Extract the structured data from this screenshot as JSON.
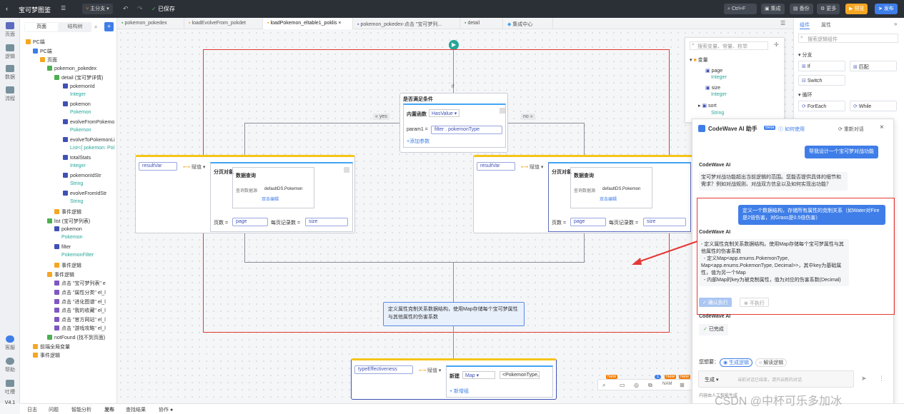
{
  "topbar": {
    "app_title": "宝可梦图鉴",
    "branch": "主分支",
    "saved": "已保存",
    "search_shortcut": "Ctrl+F",
    "btn_integrate": "集成",
    "btn_backup": "备份",
    "btn_more": "更多",
    "btn_preview": "预览",
    "btn_publish": "发布"
  },
  "rail": {
    "page": "页面",
    "logic": "逻辑",
    "data": "数据",
    "flow": "流程",
    "reset": "客服",
    "help": "帮助",
    "feedback": "吐槽",
    "version": "V4.1"
  },
  "tree": {
    "tab_page": "页面",
    "tab_struct": "结构树",
    "rows": [
      "PC端",
      "PC端",
      "页面",
      "pokemon_pokedex",
      "detail (宝可梦详情)",
      "pokemonId",
      "pokemon",
      "evolveFromPokemo",
      "evolveToPokemonLi",
      "totalStats",
      "pokemonIdStr",
      "evolveFromIdStr",
      "事件逻辑",
      "list (宝可梦列表)",
      "pokemon",
      "filter",
      "事件逻辑",
      "事件逻辑",
      "点击 \"宝可梦列表\" e",
      "点击 \"属性分类\" el_l",
      "点击 \"进化图谱\" el_l",
      "点击 \"我的收藏\" el_l",
      "点击 \"官方网站\" el_l",
      "点击 \"游戏攻略\" el_l",
      "notFound (找不到页面)",
      "前端全局变量",
      "事件逻辑"
    ],
    "subs": [
      "Integer",
      "Pokemon",
      "Pokemon",
      "List<{ pokemon: Pol",
      "Integer",
      "String",
      "String",
      "Pokemon",
      "PokemonFilter"
    ]
  },
  "tabs": [
    "pokemon_pokedex",
    "loadEvolveFrom_pokdet",
    "loadPokemon_eltable1_poklis",
    "pokemon_pokedex-点击 \"宝可梦列...",
    "detail",
    "集成中心"
  ],
  "canvas": {
    "if_label": "if",
    "cond_title": "是否满足条件",
    "builtin_fn": "内置函数",
    "has_value": "HasValue",
    "param1": "param1 =",
    "filter_tag": "filter",
    "pokemon_type": "pokemonType",
    "add_param": "+添加参数",
    "yes": "« yes",
    "no": "no »",
    "result_var": "resultVar",
    "assign": "赋值",
    "page_obj": "分页对象",
    "data_query": "数据查询",
    "query_src": "查询数据源",
    "ds": "defaultDS.Pokemon",
    "dbl_edit": "双击编辑",
    "page_num": "页数 =",
    "page": "page",
    "page_size_label": "每页记录数 =",
    "size": "size",
    "comment": "定义属性克制关系数据结构，使用Map存储每个宝可梦属性与其他属性的伤害系数",
    "type_eff": "typeEffectiveness",
    "new_kw": "新建",
    "map": "Map",
    "generic": "<PokemonType,",
    "add_row": "+ 新增组"
  },
  "vars": {
    "search_ph": "搜索变量、常量、枚举",
    "group": "变量",
    "page": "page",
    "page_t": "Integer",
    "size": "size",
    "size_t": "Integer",
    "sort": "sort",
    "sort_t": "String"
  },
  "rpanel": {
    "tab_comp": "组件",
    "tab_attr": "属性",
    "search_ph": "搜索逻辑组件",
    "sec_branch": "分支",
    "if": "If",
    "match": "匹配",
    "switch": "Switch",
    "sec_loop": "循环",
    "foreach": "ForEach",
    "while": "While"
  },
  "ai": {
    "title": "CodeWave AI 助手",
    "beta": "Beta",
    "howto": "如何使用",
    "restart": "重新对话",
    "u1": "帮我设计一个宝可梦对战功能",
    "name": "CodeWave AI",
    "a1": "宝可梦对战功能超出当前逻辑的范围。您能否提供具体的细节和需求？例如对战规则、对战双方信息以及如何实现出功能？",
    "u2": "定义一个数据结构，存储所有属性的克制关系（如Water对Fire是2倍伤害，对Grass是0.5倍伤害）",
    "a2": "- 定义属性克制关系数据结构。使用Map存储每个宝可梦属性与其他属性的伤害系数\n  - 定义Map<app.enums.PokemonType, Map<app.enums.PokemonType, Decimal>>，其中key为基础属性，值为另一个Map\n  - 内部Map的key为被克制属性，值为对应的伤害系数(Decimal)",
    "confirm": "确认执行",
    "skip": "不执行",
    "done": "已完成",
    "want": "您想要：",
    "gen": "生成逻辑",
    "explain": "解读逻辑",
    "mode": "生成",
    "input_ph": "当前对话已结束，请开启新的对话",
    "footer": "内容由人工智能生成"
  },
  "bottom": {
    "log": "日志",
    "issue": "问题",
    "analysis": "智能分析",
    "publish": "发布",
    "find": "查找结果",
    "collab": "协作"
  },
  "badges": {
    "new": "New",
    "one": "1"
  },
  "watermark": "CSDN @中杯可乐多加冰"
}
